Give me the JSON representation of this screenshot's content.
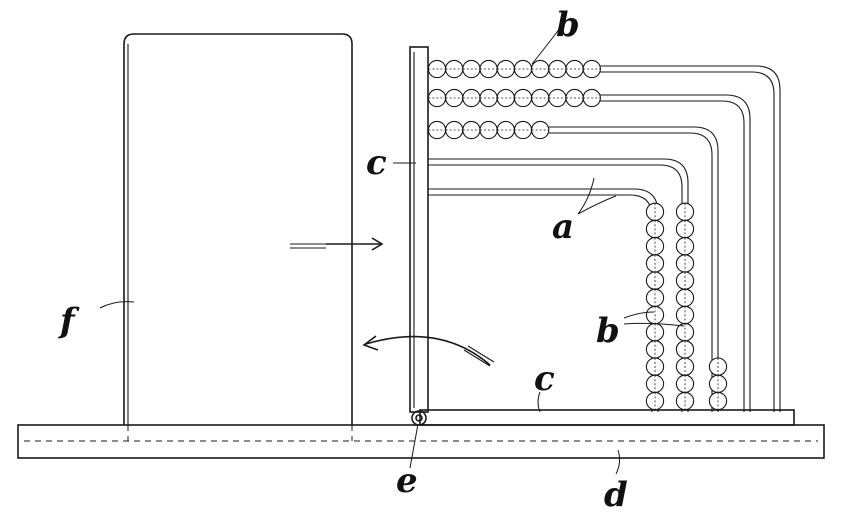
{
  "labels": {
    "f": "f",
    "c_upper": "c",
    "b_top": "b",
    "a": "a",
    "b_side": "b",
    "c_lower": "c",
    "e": "e",
    "d": "d"
  },
  "colors": {
    "ink": "#1a1a1a",
    "paper": "#ffffff"
  },
  "beads": {
    "horizontal_row_counts": [
      10,
      10,
      7
    ],
    "vertical_column_counts": [
      12,
      12,
      3
    ]
  }
}
